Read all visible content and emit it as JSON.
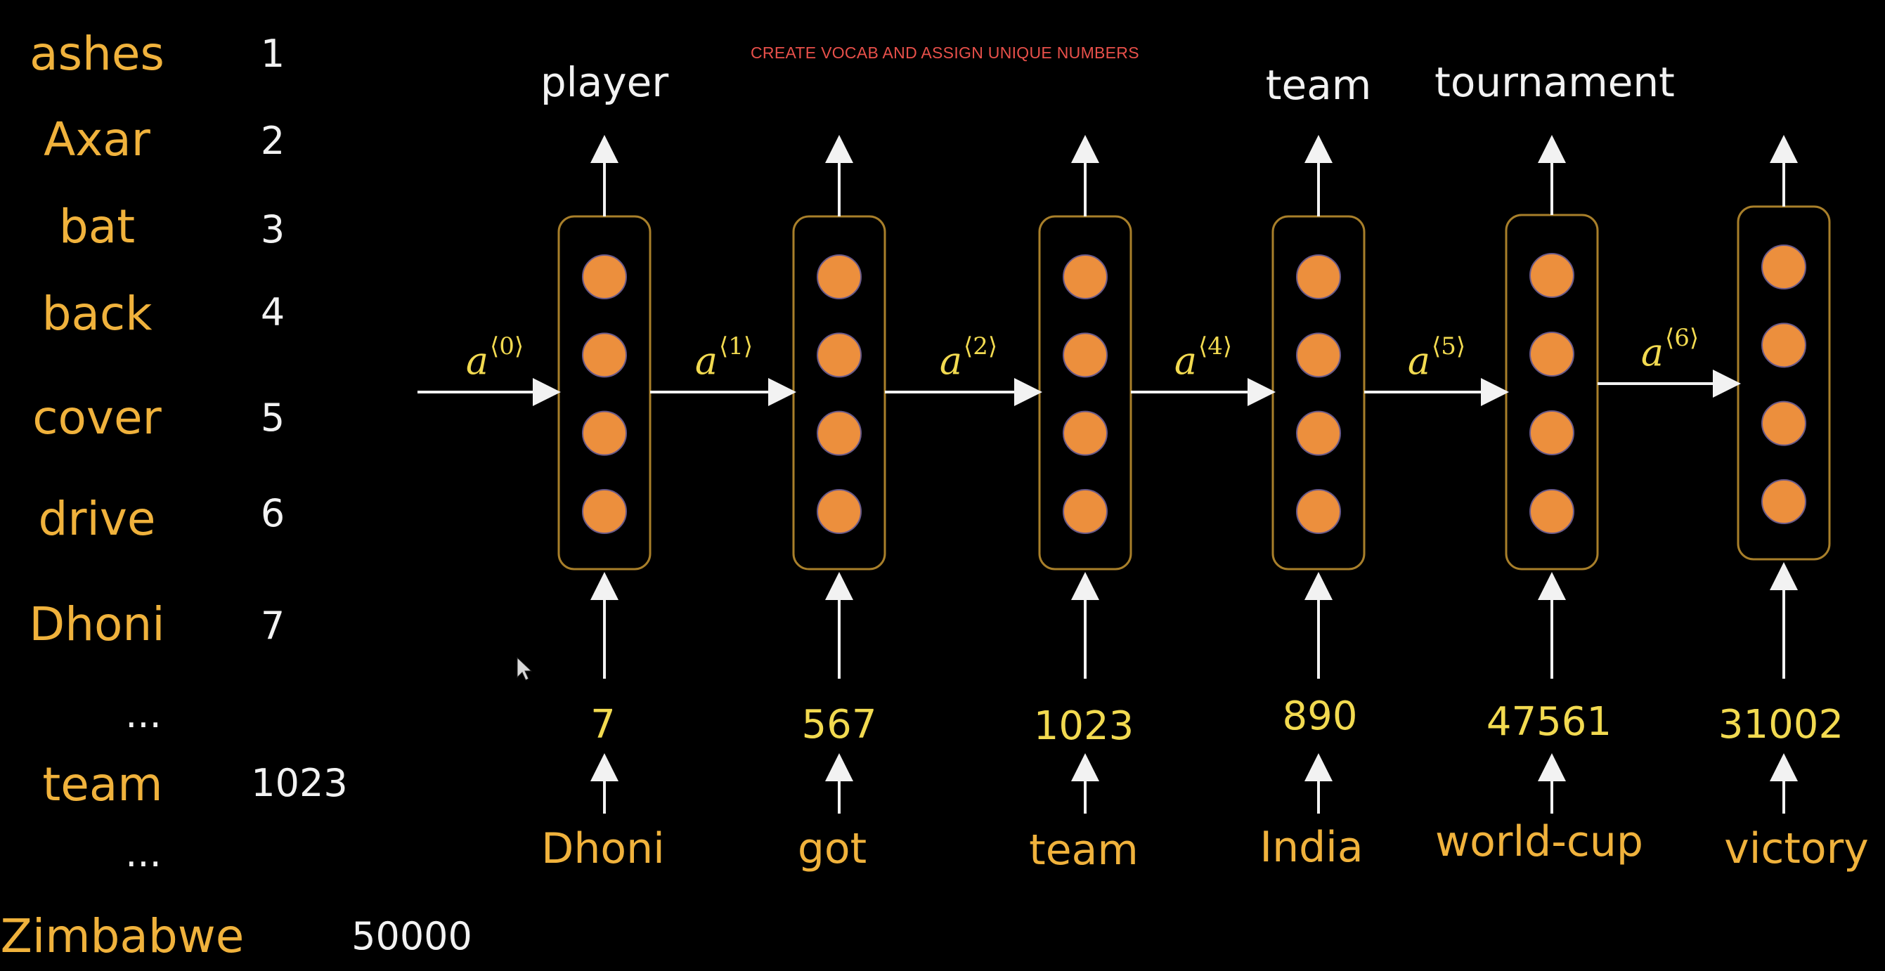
{
  "header": {
    "title": "CREATE VOCAB AND ASSIGN UNIQUE NUMBERS"
  },
  "colors": {
    "background": "#000000",
    "vocab_word": "#f0b23c",
    "vocab_number": "#f2f2f2",
    "cell_border": "#a87f2a",
    "neuron_fill": "#ec8f3d",
    "neuron_stroke": "#6a5a8a",
    "arrow": "#f2f2f2",
    "token_id": "#f2da50",
    "header_text": "#e8504a"
  },
  "vocab": {
    "entries": [
      {
        "word": "ashes",
        "number": "1"
      },
      {
        "word": "Axar",
        "number": "2"
      },
      {
        "word": "bat",
        "number": "3"
      },
      {
        "word": "back",
        "number": "4"
      },
      {
        "word": "cover",
        "number": "5"
      },
      {
        "word": "drive",
        "number": "6"
      },
      {
        "word": "Dhoni",
        "number": "7"
      },
      {
        "word": "team",
        "number": "1023"
      },
      {
        "word": "Zimbabwe",
        "number": "50000"
      }
    ],
    "ellipses": [
      "...",
      "..."
    ]
  },
  "rnn": {
    "steps": [
      {
        "input_word": "Dhoni",
        "token_id": "7",
        "output_label": "player",
        "state_in": "0"
      },
      {
        "input_word": "got",
        "token_id": "567",
        "output_label": "",
        "state_in": "1"
      },
      {
        "input_word": "team",
        "token_id": "1023",
        "output_label": "",
        "state_in": "2"
      },
      {
        "input_word": "India",
        "token_id": "890",
        "output_label": "team",
        "state_in": "4"
      },
      {
        "input_word": "world-cup",
        "token_id": "47561",
        "output_label": "tournament",
        "state_in": "5"
      },
      {
        "input_word": "victory",
        "token_id": "31002",
        "output_label": "",
        "state_in": "6"
      }
    ],
    "state_symbol": "a",
    "neurons_per_cell": 4
  }
}
